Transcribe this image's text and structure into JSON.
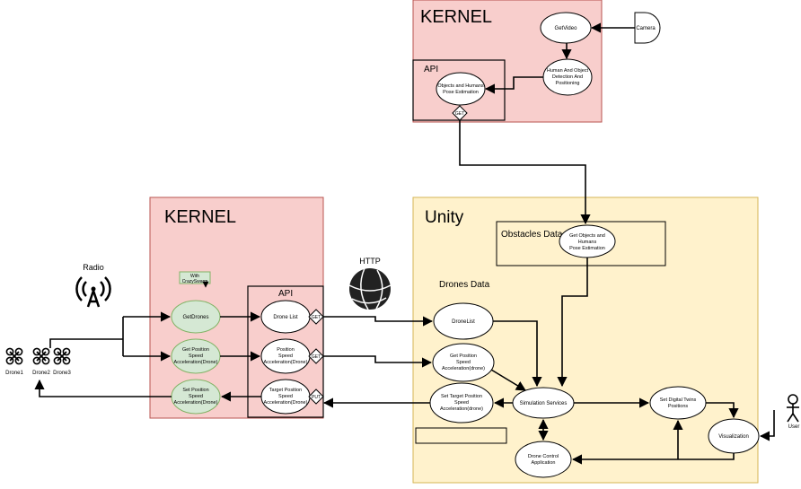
{
  "top_kernel": {
    "title": "KERNEL",
    "api_label": "API",
    "get_video": "GetVideo",
    "camera": "Camera",
    "detection": [
      "Human And Object",
      "Detection And",
      "Positioning"
    ],
    "pose_estimation": [
      "Objects and Humans",
      "Pose Estimation"
    ],
    "get_tag": "GET"
  },
  "left_kernel": {
    "title": "KERNEL",
    "api_label": "API",
    "with_crazyswarm": [
      "With",
      "CrazySwarm"
    ],
    "get_drones": "GetDrones",
    "get_position": [
      "Get Position",
      "Speed",
      "Acceleration(Drone)"
    ],
    "set_position": [
      "Set Position",
      "Speed",
      "Acceleration(Drone)"
    ],
    "drone_list": "Drone List",
    "position_speed": [
      "Position",
      "Speed",
      "Acceleration(Drone)"
    ],
    "target_position": [
      "Target Position",
      "Speed",
      "Acceleration(Drone)"
    ],
    "get_tag_1": "GET",
    "get_tag_2": "GET",
    "put_tag": "PUT"
  },
  "radio": {
    "label": "Radio"
  },
  "http": {
    "label": "HTTP"
  },
  "drones": {
    "labels": [
      "Drone1",
      "Drone2",
      "Drone3"
    ]
  },
  "unity": {
    "title": "Unity",
    "obstacles_label": "Obstacles Data",
    "get_objects": [
      "Get Objects and",
      "Humans",
      "Pose Estimation"
    ],
    "drones_data_label": "Drones Data",
    "drone_list": "DroneList",
    "get_position": [
      "Get Position",
      "Speed",
      "Acceleration(drone)"
    ],
    "set_target": [
      "Set Target Position",
      "Speed",
      "Acceleration(drone)"
    ],
    "simulation_services": "Simulation Services",
    "set_digital_twins": [
      "Set Digital Twins",
      "Positions"
    ],
    "visualization": "Visualization",
    "drone_control": [
      "Drone Control",
      "Application"
    ]
  },
  "user": {
    "label": "User"
  },
  "colors": {
    "kernel_fill": "#f8cecc",
    "kernel_stroke": "#b85450",
    "unity_fill": "#fff2cc",
    "unity_stroke": "#d6b656",
    "green_fill": "#d5e8d4",
    "green_stroke": "#82b366"
  }
}
